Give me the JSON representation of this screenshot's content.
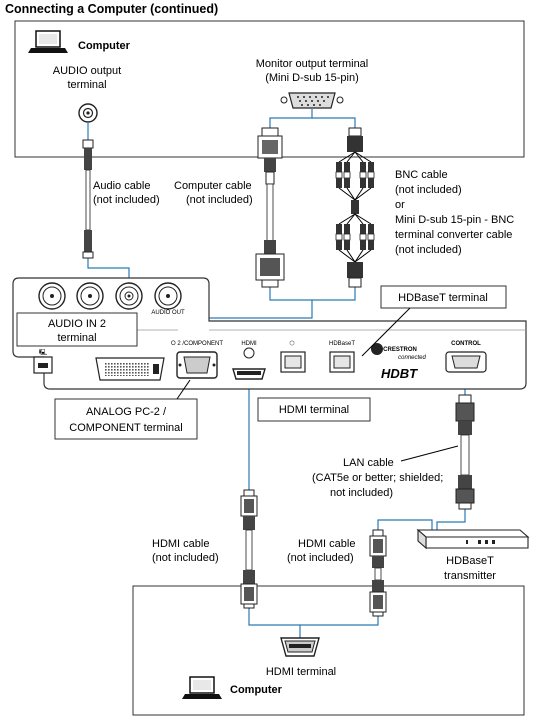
{
  "title": "Connecting a Computer (continued)",
  "computer_top": {
    "label": "Computer",
    "audio_output": [
      "AUDIO output",
      "terminal"
    ],
    "monitor_output": [
      "Monitor output terminal",
      "(Mini D-sub 15-pin)"
    ]
  },
  "cables": {
    "audio": [
      "Audio cable",
      "(not included)"
    ],
    "computer": [
      "Computer cable",
      "(not included)"
    ],
    "bnc": [
      "BNC cable",
      "(not included)",
      "or",
      "Mini D-sub 15-pin - BNC",
      "terminal converter cable",
      "(not included)"
    ],
    "lan": [
      "LAN cable",
      "(CAT5e or better; shielded;",
      "not included)"
    ],
    "hdmi_left": [
      "HDMI cable",
      "(not included)"
    ],
    "hdmi_right": [
      "HDMI cable",
      "(not included)"
    ]
  },
  "projector": {
    "audio_in2": [
      "AUDIO IN 2",
      "terminal"
    ],
    "analog": [
      "ANALOG PC-2 /",
      "COMPONENT terminal"
    ],
    "hdmi_terminal": "HDMI terminal",
    "hdbaset_terminal": "HDBaseT terminal",
    "panel_labels": {
      "audio_out": "AUDIO OUT",
      "component": "⭘ 2 /COMPONENT",
      "hdmi": "HDMI",
      "hdbaset": "HDBaseT",
      "control": "CONTROL",
      "crestron": "CRESTRON",
      "connected": "connected",
      "hdbt_logo": "HDBT"
    }
  },
  "transmitter": [
    "HDBaseT",
    "transmitter"
  ],
  "computer_bottom": {
    "label": "Computer",
    "hdmi_terminal": "HDMI terminal"
  }
}
